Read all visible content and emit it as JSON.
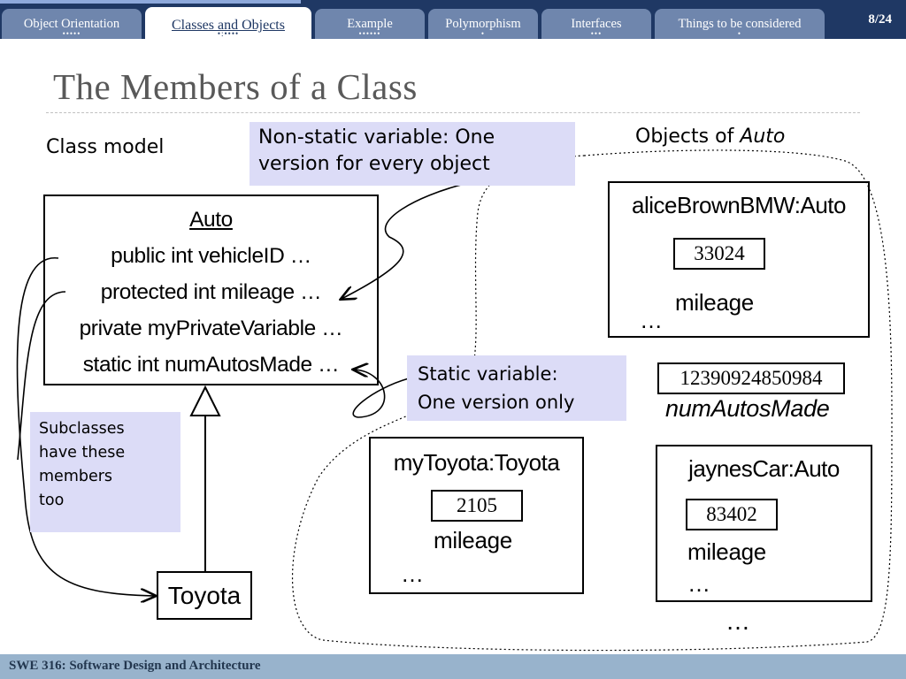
{
  "nav": {
    "tabs": [
      {
        "label": "Object Orientation",
        "dots": "•••••",
        "active": false
      },
      {
        "label": "Classes and Objects",
        "dots": "•:••••",
        "active": true
      },
      {
        "label": "Example",
        "dots": "••••••",
        "active": false
      },
      {
        "label": "Polymorphism",
        "dots": "•",
        "active": false
      },
      {
        "label": "Interfaces",
        "dots": "•••",
        "active": false
      },
      {
        "label": "Things to be considered",
        "dots": "•",
        "active": false
      }
    ],
    "page_number": "8/24"
  },
  "slide": {
    "title": "The Members of a Class",
    "class_model_label": "Class model",
    "objects_label": "Objects of",
    "objects_label_class": "Auto"
  },
  "notes": {
    "nonstatic_line1": "Non-static variable: One",
    "nonstatic_line2": "version for every object",
    "static_line1": "Static variable:",
    "static_line2": "One version only",
    "subclasses_line1": "Subclasses",
    "subclasses_line2": "have these",
    "subclasses_line3": "members",
    "subclasses_line4": "too"
  },
  "class_box": {
    "name": "Auto",
    "members": [
      "public int vehicleID …",
      "protected int mileage …",
      "private myPrivateVariable …",
      "static int numAutosMade …"
    ]
  },
  "subclass": {
    "name": "Toyota"
  },
  "objects": {
    "alice": {
      "name": "aliceBrownBMW:Auto",
      "value": "33024",
      "label": "mileage",
      "ellipsis": "…"
    },
    "toyota": {
      "name": "myToyota:Toyota",
      "value": "2105",
      "label": "mileage",
      "ellipsis": "…"
    },
    "jaynes": {
      "name": "jaynesCar:Auto",
      "value": "83402",
      "label": "mileage",
      "ellipsis": "…"
    }
  },
  "static_var": {
    "value": "12390924850984",
    "name": "numAutosMade"
  },
  "more_ellipsis": "…",
  "footer": {
    "text": "SWE 316: Software Design and Architecture"
  },
  "colors": {
    "nav_bg": "#1f3864",
    "tab_bg": "#6f86ad",
    "note_bg": "#dcdcf7",
    "footer_bg": "#98b3cc",
    "title": "#595959"
  }
}
